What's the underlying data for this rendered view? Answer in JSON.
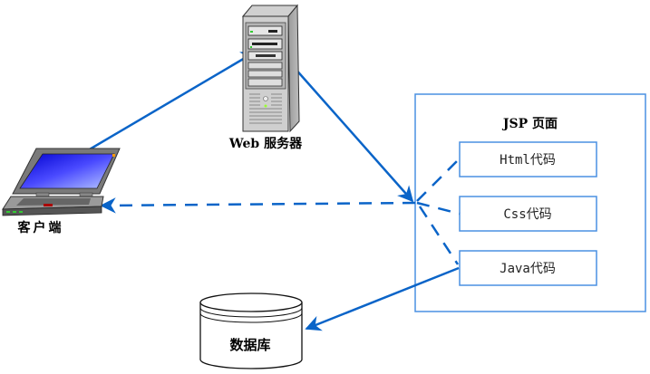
{
  "diagram": {
    "nodes": {
      "client": {
        "label": "客户端",
        "icon": "laptop-icon"
      },
      "web_server": {
        "label": "Web 服务器",
        "icon": "server-tower-icon"
      },
      "jsp_page": {
        "title": "JSP 页面",
        "parts": [
          {
            "label": "Html代码"
          },
          {
            "label": "Css代码"
          },
          {
            "label": "Java代码"
          }
        ]
      },
      "database": {
        "label": "数据库",
        "icon": "database-cylinder-icon"
      }
    },
    "edges": [
      {
        "from": "client",
        "to": "web_server",
        "style": "solid"
      },
      {
        "from": "web_server",
        "to": "jsp_page",
        "style": "solid"
      },
      {
        "from": "jsp_page",
        "to": "client",
        "style": "dashed"
      },
      {
        "from": "jsp_page",
        "to": "Html代码",
        "style": "dashed"
      },
      {
        "from": "jsp_page",
        "to": "Css代码",
        "style": "dashed"
      },
      {
        "from": "jsp_page",
        "to": "Java代码",
        "style": "dashed"
      },
      {
        "from": "Java代码",
        "to": "database",
        "style": "solid"
      }
    ],
    "colors": {
      "arrow": "#0a64c8",
      "box_border": "#4a90e2",
      "screen": "#1a1aff"
    }
  }
}
